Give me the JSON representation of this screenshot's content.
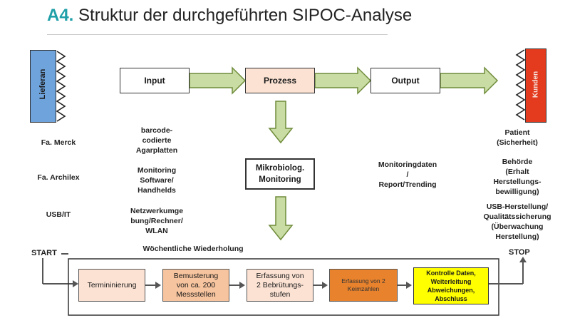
{
  "title": {
    "number": "A4.",
    "text": "Struktur der durchgeführten SIPOC-Analyse"
  },
  "colors": {
    "supplier": "#6fa3dc",
    "customer": "#e43b1f",
    "arrow_fill": "#c9dca4",
    "arrow_stroke": "#6f8c3a",
    "process_box": "#fbe2d3",
    "step_light": "#fbe2d3",
    "step_mid": "#f6c49e",
    "step_orange": "#e8822c",
    "step_yellow": "#ffff00"
  },
  "supplier_label": "Lieferan",
  "customer_label": "Kunden",
  "flow": {
    "input": "Input",
    "process": "Prozess",
    "output": "Output"
  },
  "center_box": "Mikrobiolog.\nMonitoring",
  "suppliers": [
    "Fa. Merck",
    "Fa. Archilex",
    "USB/IT"
  ],
  "inputs": [
    "barcode-\ncodierte\nAgarplatten",
    "Monitoring\nSoftware/\nHandhelds",
    "Netzwerkumge\nbung/Rechner/\nWLAN",
    "Wöchentliche Wiederholung"
  ],
  "outputs": "Monitoringdaten\n/\nReport/Trending",
  "customers": [
    "Patient\n(Sicherheit)",
    "Behörde\n(Erhalt\nHerstellungs-\nbewilligung)",
    "USB-Herstellung/\nQualitätssicherung\n(Überwachung\nHerstellung)"
  ],
  "start_label": "START",
  "stop_label": "STOP",
  "process_steps": [
    "Termininierung",
    "Bemusterung\nvon ca. 200\nMessstellen",
    "Erfassung von\n2 Bebrütungs-\nstufen",
    "Erfassung von 2\nKeimzahlen",
    "Kontrolle Daten,\nWeiterleitung\nAbweichungen,\nAbschluss"
  ]
}
